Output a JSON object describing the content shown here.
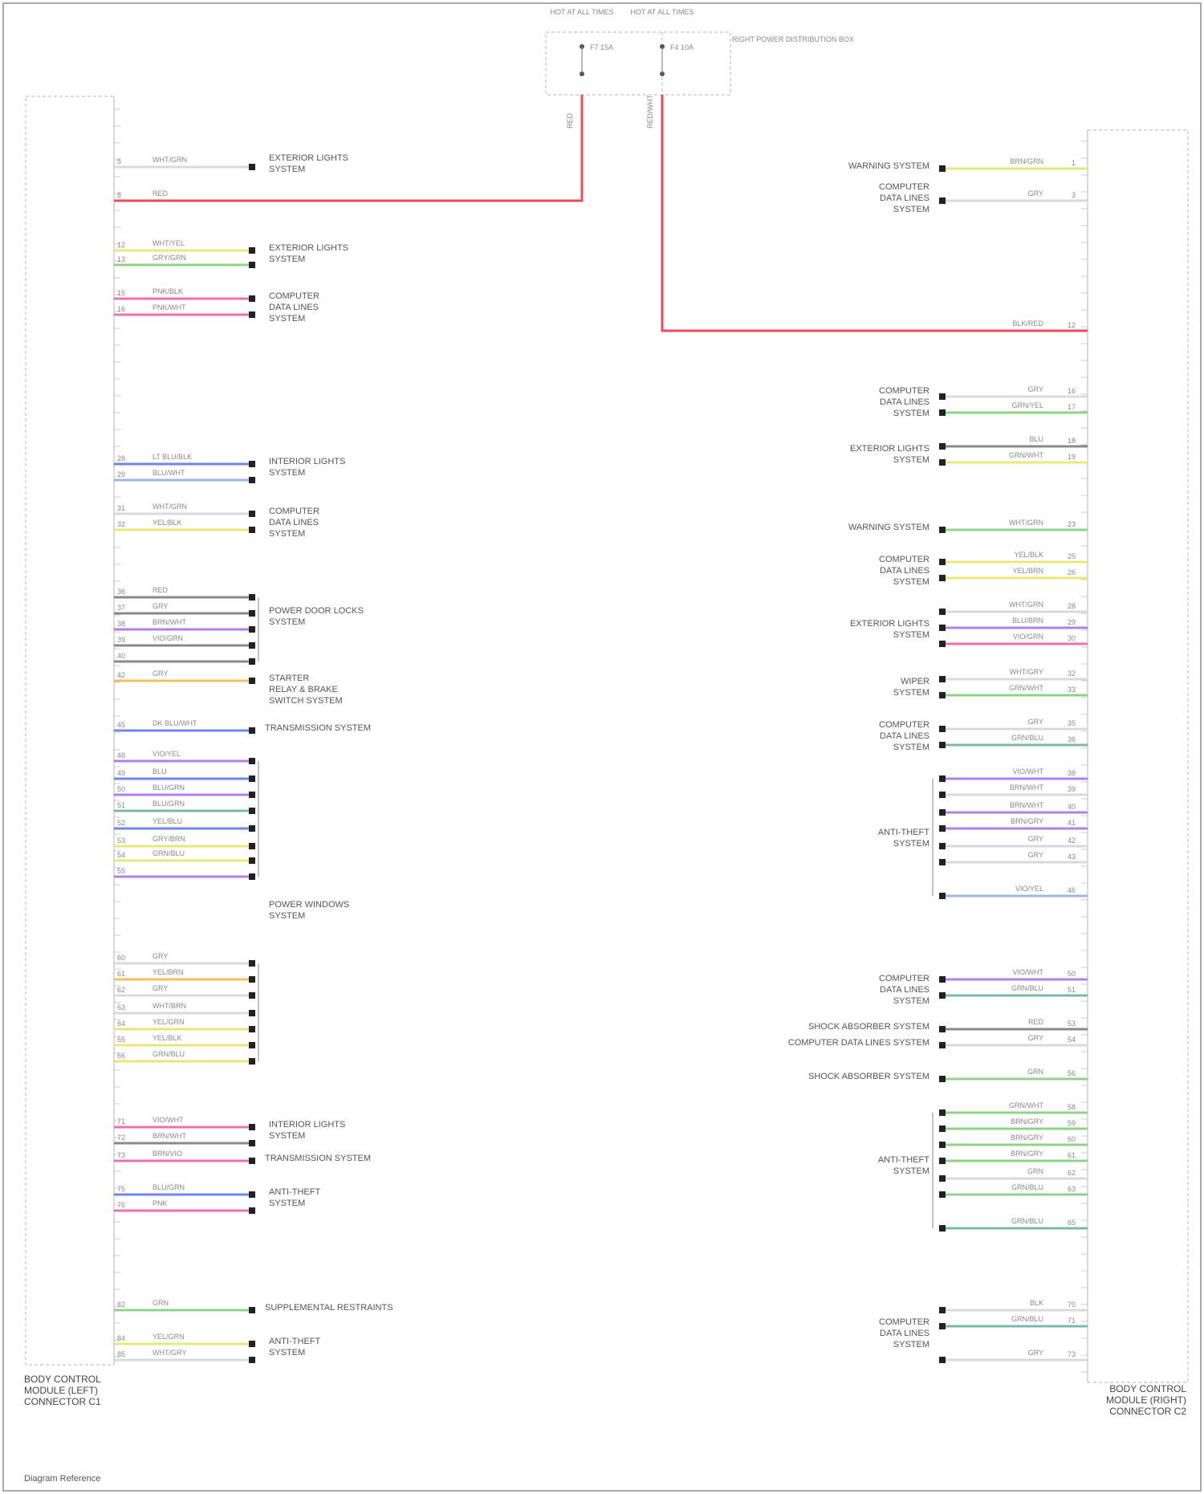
{
  "fuse_boxes": [
    {
      "header": "HOT AT ALL TIMES",
      "fuse": "F7 15A",
      "wire": "RED"
    },
    {
      "header": "HOT AT ALL TIMES",
      "fuse": "F4 10A",
      "wire": "RED/WHT"
    }
  ],
  "fuse_box_label": "RIGHT POWER DISTRIBUTION BOX",
  "left_connector_label": "BODY CONTROL MODULE (LEFT) CONNECTOR C1",
  "right_connector_label": "BODY CONTROL MODULE (RIGHT) CONNECTOR C2",
  "footer": "Diagram Reference",
  "colors": {
    "red": "#ee4a55",
    "green": "#8fd38a",
    "yellow": "#e8e879",
    "pink": "#ef6fb3",
    "blue": "#6f87ec",
    "violet": "#b27fe8",
    "gray": "#8a8a8a",
    "white": "#dadada",
    "orange": "#f2c060",
    "teal": "#7cb8a8",
    "lightblue": "#9fb4ee"
  },
  "left_wires": [
    {
      "pin": "5",
      "wire": "WHT/GRN",
      "dest": "EXTERIOR LIGHTS SYSTEM",
      "color": "white"
    },
    {
      "pin": "8",
      "wire": "RED",
      "dest": "",
      "color": "red"
    },
    {
      "pin": "12",
      "wire": "WHT/YEL",
      "dest": "EXTERIOR LIGHTS SYSTEM",
      "color": "yellow"
    },
    {
      "pin": "13",
      "wire": "GRY/GRN",
      "dest": "",
      "color": "green"
    },
    {
      "pin": "15",
      "wire": "PNK/BLK",
      "dest": "COMPUTER DATA LINES SYSTEM",
      "color": "pink"
    },
    {
      "pin": "16",
      "wire": "PNK/WHT",
      "dest": "",
      "color": "pink"
    },
    {
      "pin": "28",
      "wire": "LT BLU/BLK",
      "dest": "INTERIOR LIGHTS SYSTEM",
      "color": "blue"
    },
    {
      "pin": "29",
      "wire": "BLU/WHT",
      "dest": "",
      "color": "lightblue"
    },
    {
      "pin": "31",
      "wire": "WHT/GRN",
      "dest": "COMPUTER DATA LINES SYSTEM",
      "color": "white"
    },
    {
      "pin": "32",
      "wire": "YEL/BLK",
      "dest": "",
      "color": "yellow"
    },
    {
      "pin": "36",
      "wire": "RED",
      "dest": "POWER DOOR LOCKS SYSTEM",
      "color": "gray"
    },
    {
      "pin": "37",
      "wire": "GRY",
      "dest": "",
      "color": "gray"
    },
    {
      "pin": "38",
      "wire": "BRN/WHT",
      "dest": "",
      "color": "violet"
    },
    {
      "pin": "39",
      "wire": "VIO/GRN",
      "dest": "",
      "color": "gray"
    },
    {
      "pin": "40",
      "wire": "",
      "dest": "",
      "color": "gray"
    },
    {
      "pin": "42",
      "wire": "GRY",
      "dest": "STARTER RELAY & BRAKE SWITCH SYSTEM",
      "color": "orange"
    },
    {
      "pin": "45",
      "wire": "DK BLU/WHT",
      "dest": "TRANSMISSION SYSTEM",
      "color": "blue"
    },
    {
      "pin": "48",
      "wire": "VIO/YEL",
      "dest": "",
      "color": "violet"
    },
    {
      "pin": "49",
      "wire": "BLU",
      "dest": "",
      "color": "blue"
    },
    {
      "pin": "50",
      "wire": "BLU/GRN",
      "dest": "",
      "color": "violet"
    },
    {
      "pin": "51",
      "wire": "BLU/GRN",
      "dest": "",
      "color": "teal"
    },
    {
      "pin": "52",
      "wire": "YEL/BLU",
      "dest": "",
      "color": "blue"
    },
    {
      "pin": "53",
      "wire": "GRY/BRN",
      "dest": "",
      "color": "yellow"
    },
    {
      "pin": "54",
      "wire": "GRN/BLU",
      "dest": "",
      "color": "yellow"
    },
    {
      "pin": "55",
      "wire": "",
      "dest": "",
      "color": "violet"
    },
    {
      "pin": "60",
      "wire": "GRY",
      "dest": "",
      "color": "white"
    },
    {
      "pin": "61",
      "wire": "YEL/BRN",
      "dest": "",
      "color": "orange"
    },
    {
      "pin": "62",
      "wire": "GRY",
      "dest": "",
      "color": "white"
    },
    {
      "pin": "63",
      "wire": "WHT/BRN",
      "dest": "",
      "color": "white"
    },
    {
      "pin": "64",
      "wire": "YEL/GRN",
      "dest": "",
      "color": "yellow"
    },
    {
      "pin": "65",
      "wire": "YEL/BLK",
      "dest": "",
      "color": "yellow"
    },
    {
      "pin": "66",
      "wire": "GRN/BLU",
      "dest": "",
      "color": "yellow"
    },
    {
      "pin": "71",
      "wire": "VIO/WHT",
      "dest": "INTERIOR LIGHTS SYSTEM",
      "color": "pink"
    },
    {
      "pin": "72",
      "wire": "BRN/WHT",
      "dest": "",
      "color": "gray"
    },
    {
      "pin": "73",
      "wire": "BRN/VIO",
      "dest": "TRANSMISSION SYSTEM",
      "color": "pink"
    },
    {
      "pin": "75",
      "wire": "BLU/GRN",
      "dest": "ANTI-THEFT SYSTEM",
      "color": "blue"
    },
    {
      "pin": "76",
      "wire": "PNK",
      "dest": "",
      "color": "pink"
    },
    {
      "pin": "82",
      "wire": "GRN",
      "dest": "SUPPLEMENTAL RESTRAINTS",
      "color": "green"
    },
    {
      "pin": "84",
      "wire": "YEL/GRN",
      "dest": "ANTI-THEFT SYSTEM",
      "color": "yellow"
    },
    {
      "pin": "85",
      "wire": "WHT/GRY",
      "dest": "",
      "color": "white"
    }
  ],
  "left_destinations": [
    {
      "key": "ext_lights_1",
      "text1": "EXTERIOR LIGHTS",
      "text2": "SYSTEM"
    },
    {
      "key": "ext_lights_2",
      "text1": "EXTERIOR LIGHTS",
      "text2": "SYSTEM"
    },
    {
      "key": "data_lines_1",
      "text1": "COMPUTER",
      "text2": "DATA LINES",
      "text3": "SYSTEM"
    },
    {
      "key": "int_lights",
      "text1": "INTERIOR LIGHTS",
      "text2": "SYSTEM"
    },
    {
      "key": "data_lines_2",
      "text1": "COMPUTER",
      "text2": "DATA LINES",
      "text3": "SYSTEM"
    },
    {
      "key": "door_locks",
      "text1": "POWER DOOR LOCKS",
      "text2": "SYSTEM"
    },
    {
      "key": "starter",
      "text1": "STARTER",
      "text2": "RELAY & BRAKE",
      "text3": "SWITCH SYSTEM"
    },
    {
      "key": "transmission",
      "text1": "TRANSMISSION SYSTEM"
    },
    {
      "key": "power_windows",
      "text1": "POWER WINDOWS",
      "text2": "SYSTEM"
    },
    {
      "key": "int_lights_2",
      "text1": "INTERIOR LIGHTS",
      "text2": "SYSTEM"
    },
    {
      "key": "transmission_2",
      "text1": "TRANSMISSION SYSTEM"
    },
    {
      "key": "anti_theft",
      "text1": "ANTI-THEFT",
      "text2": "SYSTEM"
    },
    {
      "key": "supplemental",
      "text1": "SUPPLEMENTAL RESTRAINTS"
    },
    {
      "key": "anti_theft_2",
      "text1": "ANTI-THEFT",
      "text2": "SYSTEM"
    }
  ],
  "right_wires": [
    {
      "pin": "1",
      "wire": "BRN/GRN",
      "dest": "WARNING SYSTEM",
      "color": "yellow"
    },
    {
      "pin": "3",
      "wire": "GRY",
      "dest": "COMPUTER DATA LINES SYSTEM",
      "color": "white"
    },
    {
      "pin": "12",
      "wire": "BLK/RED",
      "dest": "",
      "color": "red"
    },
    {
      "pin": "16",
      "wire": "GRY",
      "dest": "COMPUTER DATA LINES SYSTEM",
      "color": "white"
    },
    {
      "pin": "17",
      "wire": "GRN/YEL",
      "dest": "",
      "color": "green"
    },
    {
      "pin": "18",
      "wire": "BLU",
      "dest": "EXTERIOR LIGHTS SYSTEM",
      "color": "gray"
    },
    {
      "pin": "19",
      "wire": "GRN/WHT",
      "dest": "",
      "color": "yellow"
    },
    {
      "pin": "23",
      "wire": "WHT/GRN",
      "dest": "WARNING SYSTEM",
      "color": "green"
    },
    {
      "pin": "25",
      "wire": "YEL/BLK",
      "dest": "COMPUTER DATA LINES SYSTEM",
      "color": "yellow"
    },
    {
      "pin": "26",
      "wire": "YEL/BRN",
      "dest": "",
      "color": "yellow"
    },
    {
      "pin": "28",
      "wire": "WHT/GRN",
      "dest": "EXTERIOR LIGHTS SYSTEM",
      "color": "white"
    },
    {
      "pin": "29",
      "wire": "BLU/BRN",
      "dest": "",
      "color": "violet"
    },
    {
      "pin": "30",
      "wire": "VIO/GRN",
      "dest": "",
      "color": "pink"
    },
    {
      "pin": "32",
      "wire": "WHT/GRY",
      "dest": "WIPER SYSTEM",
      "color": "white"
    },
    {
      "pin": "33",
      "wire": "GRN/WHT",
      "dest": "",
      "color": "green"
    },
    {
      "pin": "35",
      "wire": "GRY",
      "dest": "COMPUTER DATA LINES SYSTEM",
      "color": "white"
    },
    {
      "pin": "36",
      "wire": "GRN/BLU",
      "dest": "",
      "color": "teal"
    },
    {
      "pin": "38",
      "wire": "VIO/WHT",
      "dest": "",
      "color": "violet"
    },
    {
      "pin": "39",
      "wire": "BRN/WHT",
      "dest": "",
      "color": "white"
    },
    {
      "pin": "40",
      "wire": "BRN/WHT",
      "dest": "",
      "color": "violet"
    },
    {
      "pin": "41",
      "wire": "BRN/GRY",
      "dest": "",
      "color": "violet"
    },
    {
      "pin": "42",
      "wire": "GRY",
      "dest": "",
      "color": "white"
    },
    {
      "pin": "43",
      "wire": "GRY",
      "dest": "",
      "color": "white"
    },
    {
      "pin": "46",
      "wire": "VIO/YEL",
      "dest": "",
      "color": "lightblue"
    },
    {
      "pin": "50",
      "wire": "VIO/WHT",
      "dest": "COMPUTER DATA LINES SYSTEM",
      "color": "violet"
    },
    {
      "pin": "51",
      "wire": "GRN/BLU",
      "dest": "",
      "color": "teal"
    },
    {
      "pin": "53",
      "wire": "RED",
      "dest": "SHOCK ABSORBER SYSTEM",
      "color": "gray"
    },
    {
      "pin": "54",
      "wire": "GRY",
      "dest": "",
      "color": "white"
    },
    {
      "pin": "56",
      "wire": "GRN",
      "dest": "SHOCK ABSORBER SYSTEM",
      "color": "green"
    },
    {
      "pin": "58",
      "wire": "GRN/WHT",
      "dest": "",
      "color": "green"
    },
    {
      "pin": "59",
      "wire": "BRN/GRY",
      "dest": "",
      "color": "green"
    },
    {
      "pin": "60",
      "wire": "BRN/GRY",
      "dest": "",
      "color": "green"
    },
    {
      "pin": "61",
      "wire": "BRN/GRY",
      "dest": "",
      "color": "green"
    },
    {
      "pin": "62",
      "wire": "GRN",
      "dest": "",
      "color": "white"
    },
    {
      "pin": "63",
      "wire": "GRN/BLU",
      "dest": "",
      "color": "green"
    },
    {
      "pin": "65",
      "wire": "GRN/BLU",
      "dest": "",
      "color": "teal"
    },
    {
      "pin": "70",
      "wire": "BLK",
      "dest": "",
      "color": "white"
    },
    {
      "pin": "71",
      "wire": "GRN/BLU",
      "dest": "",
      "color": "teal"
    },
    {
      "pin": "73",
      "wire": "GRY",
      "dest": "",
      "color": "white"
    }
  ],
  "right_destinations": [
    {
      "key": "warning_1",
      "text1": "WARNING SYSTEM"
    },
    {
      "key": "data_1",
      "text1": "COMPUTER",
      "text2": "DATA LINES",
      "text3": "SYSTEM"
    },
    {
      "key": "data_2",
      "text1": "COMPUTER",
      "text2": "DATA LINES",
      "text3": "SYSTEM"
    },
    {
      "key": "ext_lights",
      "text1": "EXTERIOR LIGHTS",
      "text2": "SYSTEM"
    },
    {
      "key": "warning_2",
      "text1": "WARNING SYSTEM"
    },
    {
      "key": "data_3",
      "text1": "COMPUTER",
      "text2": "DATA LINES",
      "text3": "SYSTEM"
    },
    {
      "key": "ext_lights_2",
      "text1": "EXTERIOR LIGHTS",
      "text2": "SYSTEM"
    },
    {
      "key": "wiper",
      "text1": "WIPER",
      "text2": "SYSTEM"
    },
    {
      "key": "data_4",
      "text1": "COMPUTER",
      "text2": "DATA LINES",
      "text3": "SYSTEM"
    },
    {
      "key": "anti_theft",
      "text1": "ANTI-THEFT",
      "text2": "SYSTEM"
    },
    {
      "key": "data_5",
      "text1": "COMPUTER",
      "text2": "DATA LINES",
      "text3": "SYSTEM"
    },
    {
      "key": "shock_1",
      "text1": "SHOCK ABSORBER SYSTEM"
    },
    {
      "key": "data_6",
      "text1": "COMPUTER DATA LINES SYSTEM"
    },
    {
      "key": "shock_2",
      "text1": "SHOCK ABSORBER SYSTEM"
    },
    {
      "key": "anti_theft_2",
      "text1": "ANTI-THEFT",
      "text2": "SYSTEM"
    },
    {
      "key": "data_7",
      "text1": "COMPUTER",
      "text2": "DATA LINES",
      "text3": "SYSTEM"
    }
  ]
}
